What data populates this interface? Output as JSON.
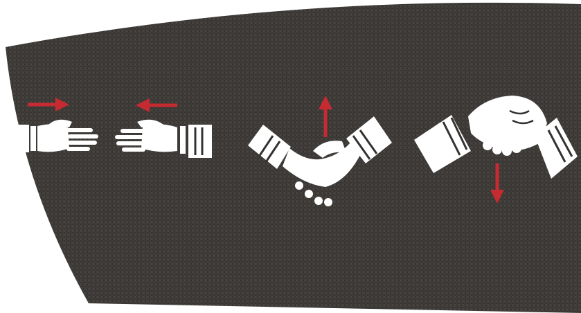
{
  "colors": {
    "background": "#ffffff",
    "panel": "#343230",
    "panel_texture_light": "#46433f",
    "panel_texture_dark": "#2a2826",
    "figure": "#ffffff",
    "arrow": "#c62b32"
  },
  "steps": [
    {
      "name": "open-hands-approach",
      "arrows": [
        "right",
        "left"
      ]
    },
    {
      "name": "hands-clasp-up",
      "arrows": [
        "up"
      ]
    },
    {
      "name": "hands-grip-shake-down",
      "arrows": [
        "down"
      ]
    }
  ]
}
